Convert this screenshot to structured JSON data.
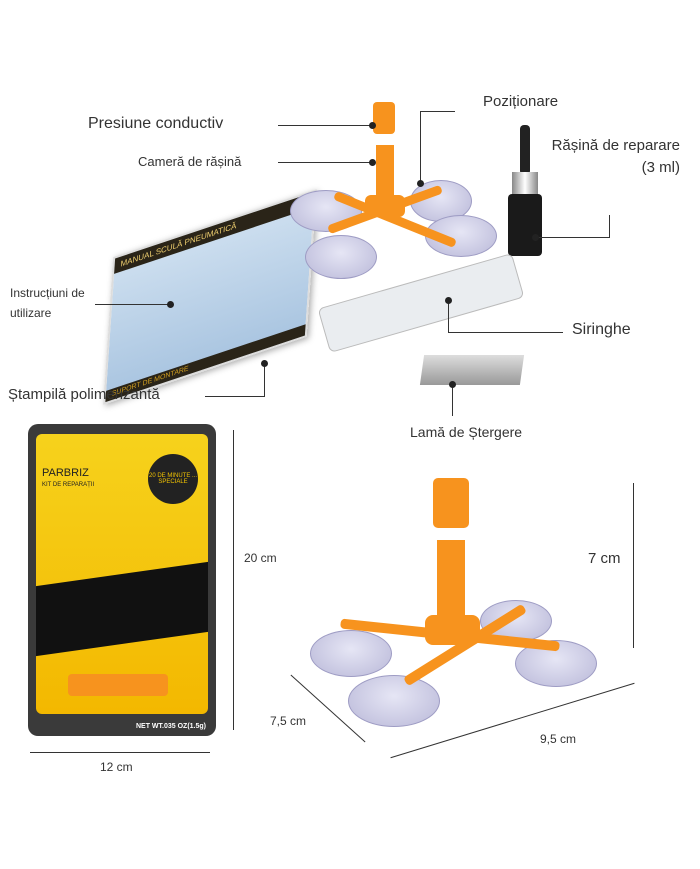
{
  "labels": {
    "pressure": "Presiune conductiv",
    "chamber": "Cameră de rășină",
    "positioner": "Poziționare",
    "resin": "Rășină de reparare (3 ml)",
    "instructions": "Instrucțiuni de utilizare",
    "syringe": "Siringhe",
    "stamp": "Ștampilă polimerizantă",
    "blade": "Lamă de Ștergere"
  },
  "manual": {
    "title": "MANUAL SCULĂ PNEUMATICĂ",
    "footer": "SUPORT DE MONTARE"
  },
  "package": {
    "brand": "PARBRIZ",
    "subtitle": "KIT DE REPARAȚII",
    "badge": "20 DE MINUTE ... SPECIALE",
    "weight": "NET WT.035 OZ(1.5g)"
  },
  "dimensions": {
    "package_height": "20 cm",
    "package_width": "12 cm",
    "tool_height": "7 cm",
    "tool_depth": "7,5 cm",
    "tool_width": "9,5 cm"
  },
  "colors": {
    "orange": "#f7931e",
    "yellow": "#f5c400",
    "dark": "#222222"
  }
}
